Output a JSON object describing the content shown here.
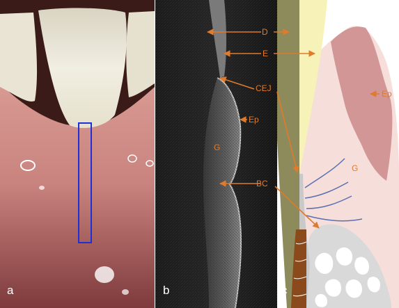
{
  "figure": {
    "panels": [
      {
        "id": "a",
        "label": "a"
      },
      {
        "id": "b",
        "label": "b"
      },
      {
        "id": "c",
        "label": "c"
      }
    ],
    "panel_b_labels": {
      "dentin": "D",
      "enamel": "E",
      "cej": "CEJ",
      "epithelium": "Ep",
      "gingiva": "G",
      "bone_crest": "BC"
    },
    "panel_c_labels": {
      "epithelium": "Ep",
      "gingiva": "G"
    },
    "colors": {
      "annotation": "#e07a2c",
      "roi_box": "#1e2fd6",
      "dentin_band": "#8d8a5c",
      "enamel_band": "#f7f3b8",
      "epithelium": "#cf8e8e",
      "gingiva": "#f6dedb",
      "bone": "#d9d9d9",
      "cementum": "#8a4a1c"
    }
  }
}
